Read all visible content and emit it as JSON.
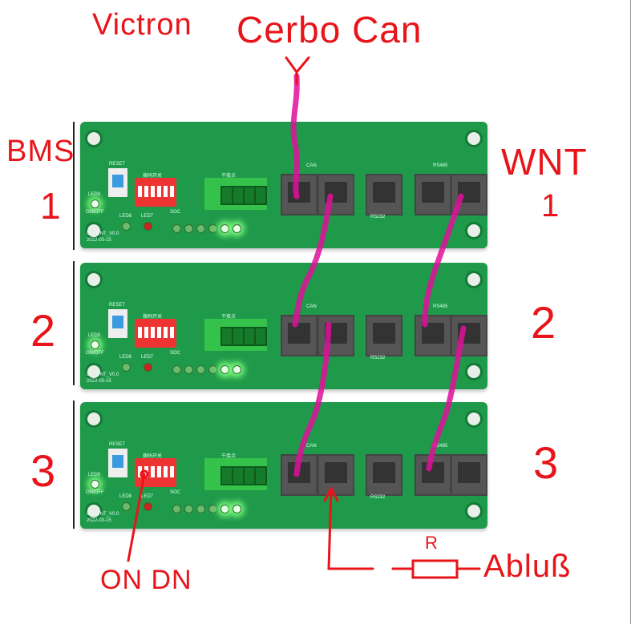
{
  "annotations": {
    "victron": "Victron",
    "cerbo_can": "Cerbo Can",
    "bms": "BMS",
    "wnt": "WNT",
    "left_numbers": [
      "1",
      "2",
      "3"
    ],
    "right_numbers": [
      "1",
      "2",
      "3"
    ],
    "on_dn": "ON DN",
    "resistor_label": "R",
    "abfluss": "Abluß"
  },
  "board": {
    "reset": "RESET",
    "dip_switch": "拨码开关",
    "dry_contact": "干接点",
    "can": "CAN",
    "rs232": "RS232",
    "rs485": "RS485",
    "soc": "SOC",
    "led9": "LED9",
    "on_off": "ON/OFF",
    "led8": "LED8",
    "led7": "LED7",
    "model": "DL_WNT_V0.0",
    "date": "2022-03-15"
  },
  "colors": {
    "annotation": "#e8141a",
    "wire": "#e0109a",
    "pcb": "#1f9a4a"
  }
}
